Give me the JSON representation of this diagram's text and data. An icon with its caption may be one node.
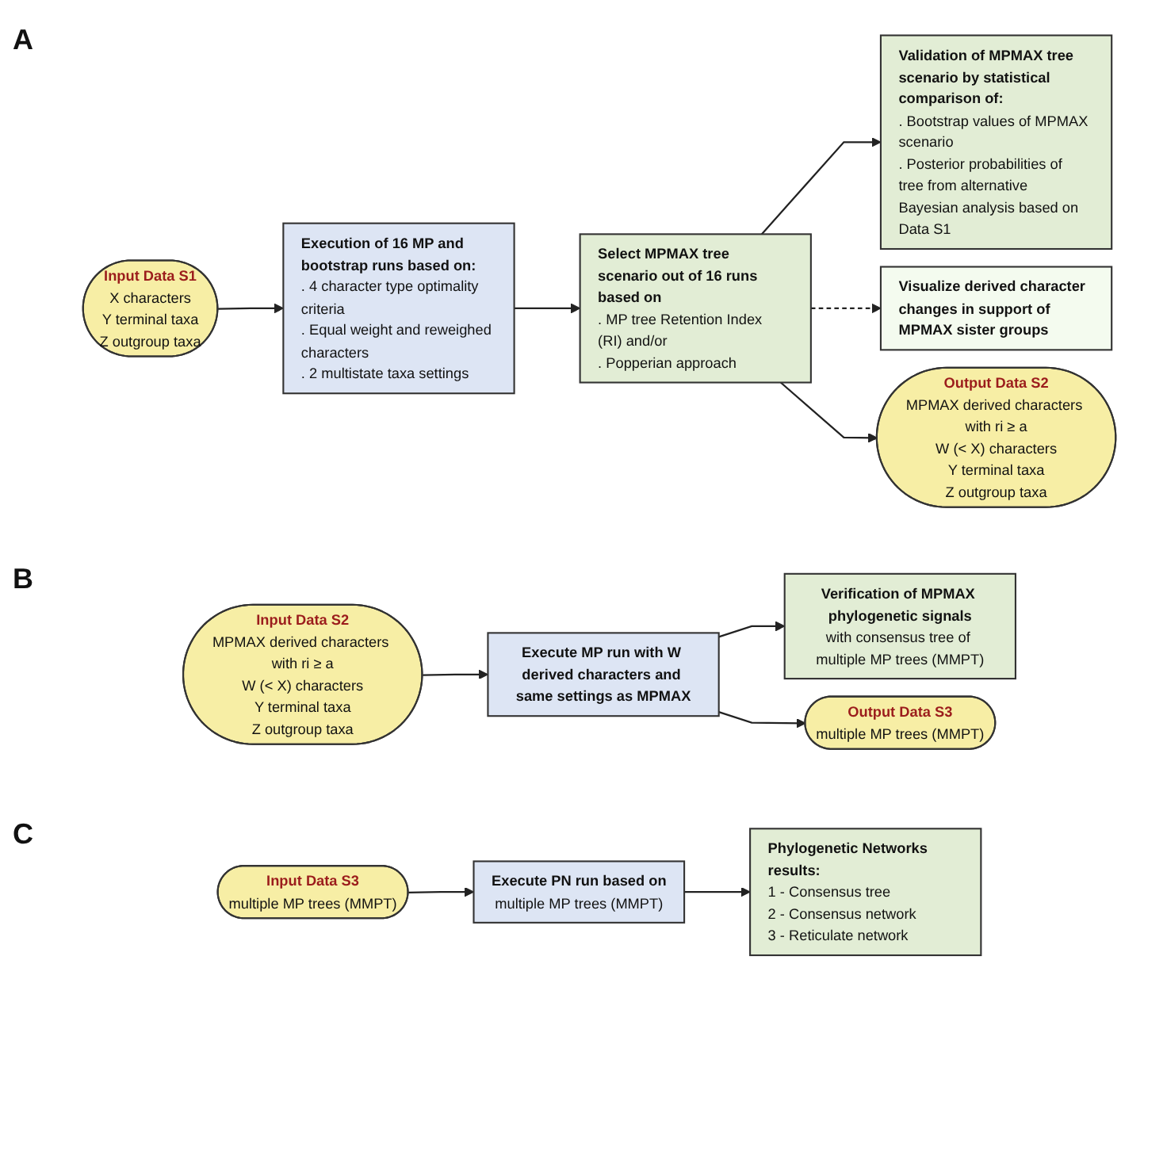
{
  "diagram": {
    "nodes": [
      {
        "text": [
          "Input Data S1",
          "X characters",
          "Y terminal taxa",
          "Z outgroup taxa"
        ]
      },
      {
        "text": [
          "Execution of 16 MP and bootstrap runs based on:",
          ". 4 character type optimality criteria",
          ". Equal weight and reweighed characters",
          ". 2 multistate taxa settings"
        ]
      },
      {
        "text": [
          "Select MPMAX tree scenario out of 16 runs based on",
          ". MP tree Retention Index (RI) and/or",
          ". Popperian approach"
        ]
      },
      {
        "text": [
          "Validation of MPMAX tree scenario by statistical comparison of:",
          ". Bootstrap values of MPMAX scenario",
          ". Posterior probabilities of tree from alternative Bayesian analysis based on Data S1"
        ]
      },
      {
        "text": [
          "Visualize derived character changes in support of MPMAX sister groups"
        ]
      },
      {
        "text": [
          "Output Data S2",
          "MPMAX derived characters with ri ≥ a",
          "W (< X) characters",
          "Y terminal taxa",
          "Z outgroup taxa"
        ]
      },
      {
        "text": [
          "Input Data S2",
          "MPMAX derived characters with ri ≥ a",
          "W (< X) characters",
          "Y terminal taxa",
          "Z outgroup taxa"
        ]
      },
      {
        "text": [
          "Execute MP run with W derived characters and same settings as MPMAX"
        ]
      },
      {
        "text": [
          "Verification of MPMAX phylogenetic signals",
          "with consensus tree of multiple MP trees (MMPT)"
        ]
      },
      {
        "text": [
          "Output Data S3",
          "multiple MP trees (MMPT)"
        ]
      },
      {
        "text": [
          "Input Data S3",
          "multiple MP trees (MMPT)"
        ]
      },
      {
        "text": [
          "Execute PN run based on",
          "multiple MP trees (MMPT)"
        ]
      },
      {
        "text": [
          "Phylogenetic Networks results:",
          "1 - Consensus tree",
          "2 - Consensus network",
          "3 - Reticulate network"
        ]
      }
    ],
    "edges": [
      {
        "from": 0,
        "to": 1,
        "arrow": "to"
      },
      {
        "from": 1,
        "to": 2,
        "arrow": "to"
      },
      {
        "from": 2,
        "to": 3,
        "arrow": "to"
      },
      {
        "from": 2,
        "to": 4,
        "arrow": "to",
        "style": "dashed"
      },
      {
        "from": 2,
        "to": 5,
        "arrow": "to"
      },
      {
        "from": 6,
        "to": 7,
        "arrow": "to"
      },
      {
        "from": 7,
        "to": 8,
        "arrow": "to"
      },
      {
        "from": 7,
        "to": 9,
        "arrow": "to"
      },
      {
        "from": 10,
        "to": 11,
        "arrow": "to"
      },
      {
        "from": 11,
        "to": 12,
        "arrow": "to"
      }
    ],
    "labels": [
      "A",
      "B",
      "C"
    ]
  }
}
